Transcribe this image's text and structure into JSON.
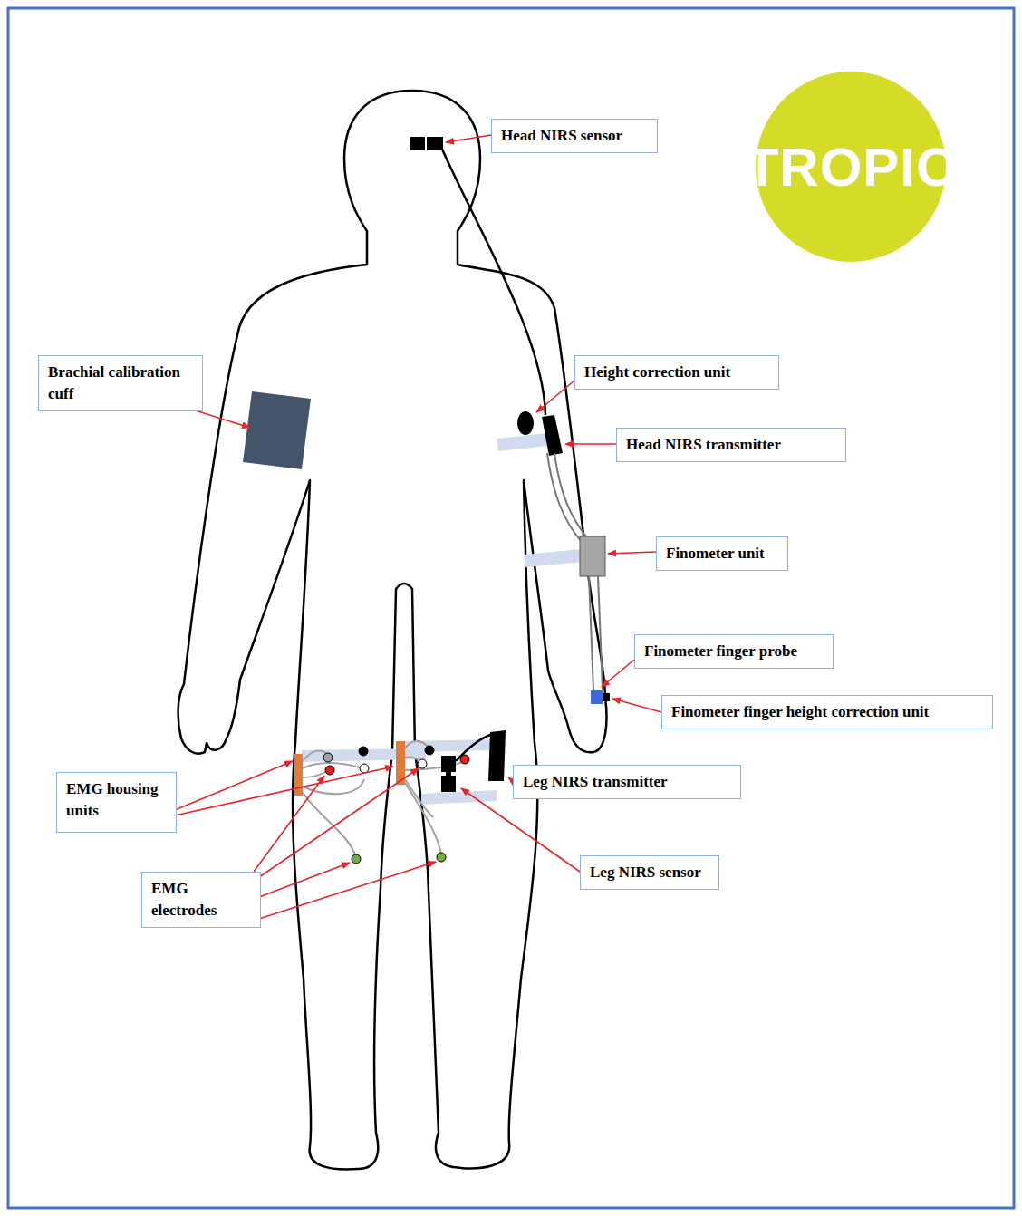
{
  "diagram": {
    "nodes": [
      {
        "text": [
          "Head NIRS sensor"
        ]
      },
      {
        "text": [
          "TROPIC"
        ]
      },
      {
        "text": [
          "Brachial calibration cuff"
        ]
      },
      {
        "text": [
          "Height correction unit"
        ]
      },
      {
        "text": [
          "Head NIRS transmitter"
        ]
      },
      {
        "text": [
          "Finometer unit"
        ]
      },
      {
        "text": [
          "Finometer finger probe"
        ]
      },
      {
        "text": [
          "Finometer finger height correction unit"
        ]
      },
      {
        "text": [
          "EMG housing units"
        ]
      },
      {
        "text": [
          "Leg NIRS transmitter"
        ]
      },
      {
        "text": [
          "EMG electrodes"
        ]
      },
      {
        "text": [
          "Leg NIRS sensor"
        ]
      }
    ]
  }
}
